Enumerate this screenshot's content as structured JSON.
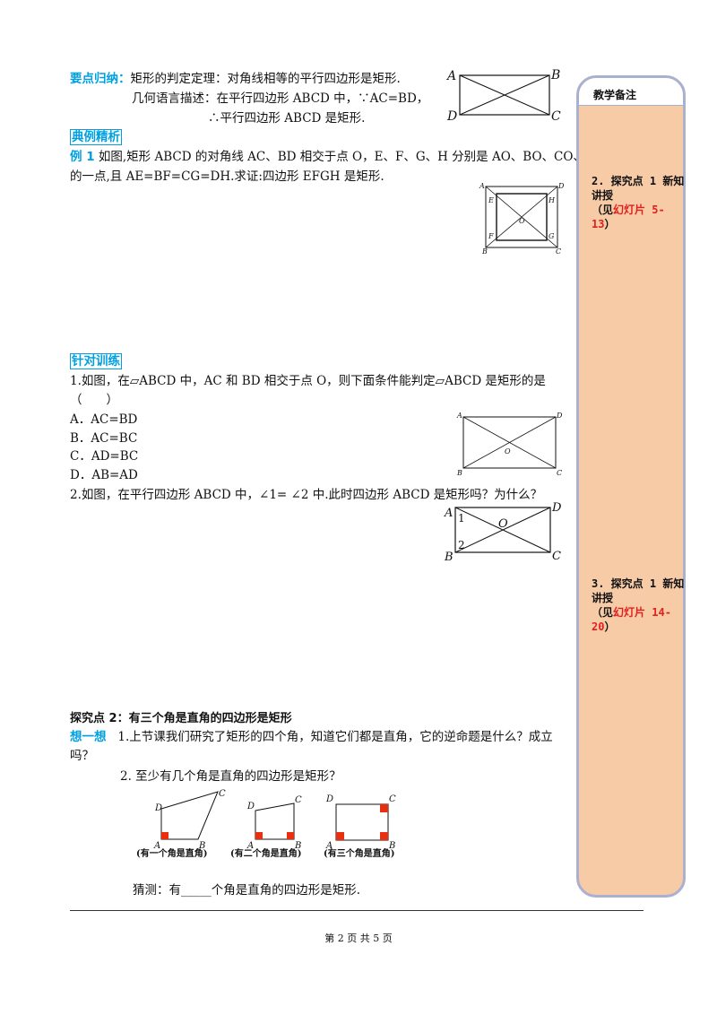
{
  "section1": {
    "label": "要点归纳：",
    "line1": "矩形的判定定理：对角线相等的平行四边形是矩形.",
    "line2": "几何语言描述：在平行四边形 ABCD 中，∵AC=BD，",
    "line3": "∴平行四边形 ABCD 是矩形."
  },
  "fig_top": {
    "A": "A",
    "B": "B",
    "C": "C",
    "D": "D"
  },
  "example": {
    "label": "典例精析",
    "num": "例 1",
    "line1": "如图,矩形 ABCD 的对角线 AC、BD 相交于点 O，E、F、G、H 分别是 AO、BO、CO、DO 上",
    "line2": "的一点,且 AE=BF=CG=DH.求证:四边形 EFGH 是矩形."
  },
  "fig_ex": {
    "A": "A",
    "B": "B",
    "C": "C",
    "D": "D",
    "E": "E",
    "F": "F",
    "G": "G",
    "H": "H",
    "O": "O"
  },
  "practice": {
    "label": "针对训练",
    "q1": "1.如图，在▱ABCD 中，AC 和 BD 相交于点 O，则下面条件能判定▱ABCD 是矩形的是",
    "q1_paren": "（　　）",
    "options": [
      "A．AC=BD",
      "B．AC=BC",
      "C．AD=BC",
      "D．AB=AD"
    ],
    "q2": "2.如图，在平行四边形 ABCD 中，∠1= ∠2 中.此时四边形 ABCD 是矩形吗？为什么？"
  },
  "fig_q1": {
    "A": "A",
    "B": "B",
    "C": "C",
    "D": "D",
    "O": "O"
  },
  "fig_q2": {
    "A": "A",
    "B": "B",
    "C": "C",
    "D": "D",
    "O": "O",
    "n1": "1",
    "n2": "2"
  },
  "explore2": {
    "title": "探究点 2：有三个角是直角的四边形是矩形",
    "think_label": "想一想",
    "p1a": "1.上节课我们研究了矩形的四个角，知道它们都是直角，它的逆命题是什么？成立",
    "p1b": "吗？",
    "p2": "2. 至少有几个角是直角的四边形是矩形？",
    "cap1": "(有一个角是直角)",
    "cap2": "(有二个角是直角)",
    "cap3": "(有三个角是直角)",
    "guess": "猜测：有_____个角是直角的四边形是矩形."
  },
  "shapes_labels": {
    "A": "A",
    "B": "B",
    "C": "C",
    "D": "D"
  },
  "sidebar": {
    "header": "教学备注",
    "note1_a": "2. 探究点 1 新知讲授",
    "note1_b": "（见",
    "note1_red": "幻灯片 5-13",
    "note1_c": "）",
    "note2_a": "3. 探究点 1 新知讲授",
    "note2_b": "（见",
    "note2_red": "幻灯片 14-20",
    "note2_c": "）"
  },
  "footer": {
    "page": "第 2 页 共 5 页"
  },
  "colors": {
    "accent": "#00a0e0",
    "sidebar_bg": "#f8cba7",
    "sidebar_border": "#aab0d0",
    "red": "#e02020",
    "right_angle": "#e83010"
  }
}
